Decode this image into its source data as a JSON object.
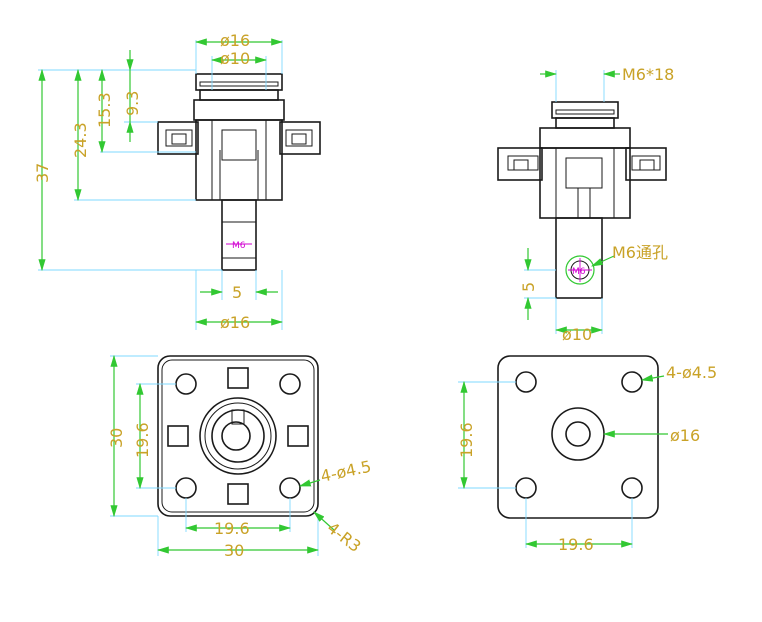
{
  "front_view": {
    "top_dia_outer": "ø16",
    "top_dia_inner": "ø10",
    "height_total": "37",
    "height_24": "24.3",
    "height_15": "15.3",
    "height_9": "9.3",
    "thread_mark": "M6",
    "shaft_width": "5",
    "bottom_dia": "ø16"
  },
  "side_view": {
    "screw_callout": "M6*18",
    "hole_callout": "M6通孔",
    "hole_mark": "M6",
    "height_5": "5",
    "bottom_dia": "ø10"
  },
  "top_view": {
    "size_vertical": "30",
    "spacing_vertical": "19.6",
    "spacing_horizontal": "19.6",
    "size_horizontal": "30",
    "holes_callout": "4-ø4.5",
    "radius_callout": "4-R3"
  },
  "bottom_view": {
    "holes_callout": "4-ø4.5",
    "center_dia": "ø16",
    "spacing_vertical": "19.6",
    "spacing_horizontal": "19.6"
  }
}
